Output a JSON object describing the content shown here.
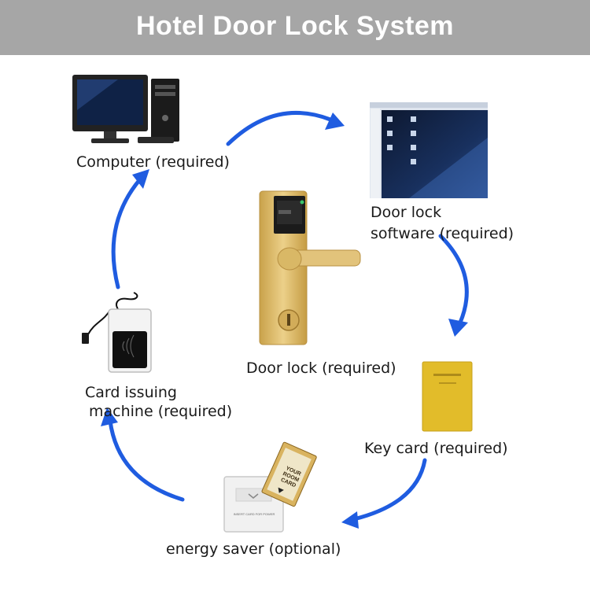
{
  "header": {
    "title": "Hotel Door Lock System"
  },
  "labels": {
    "computer": "Computer (required)",
    "software_line1": "Door lock",
    "software_line2": "software (required)",
    "door_lock": "Door lock (required)",
    "key_card": "Key card (required)",
    "energy_saver": "energy saver (optional)",
    "issuer_line1": "Card issuing",
    "issuer_line2": "machine (required)"
  },
  "device_text": {
    "room_card_line1": "YOUR",
    "room_card_line2": "ROOM",
    "room_card_line3": "CARD",
    "saver_caption": "INSERT CARD FOR POWER"
  },
  "colors": {
    "header_bg": "#a6a6a6",
    "arrow": "#1f5ce0",
    "lock_gold": "#d8b65a",
    "card_gold": "#e2bc2a"
  }
}
